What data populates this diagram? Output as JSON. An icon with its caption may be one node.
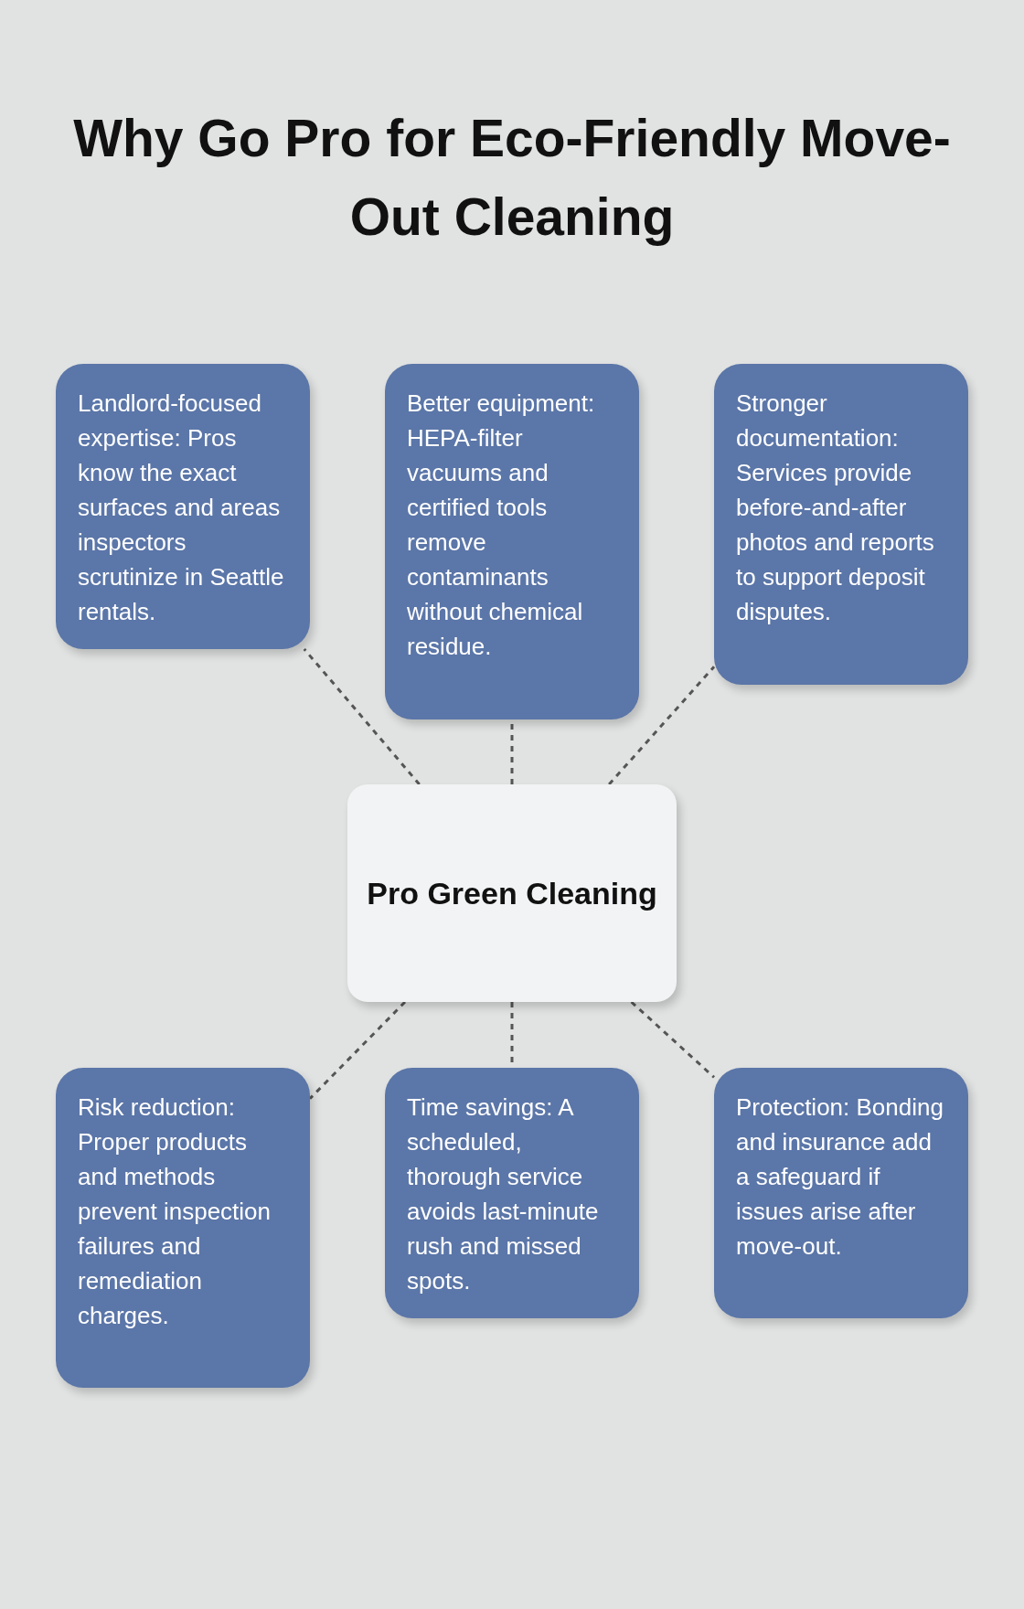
{
  "diagram": {
    "title": "Why Go Pro for Eco-Friendly Move-Out Cleaning",
    "nodes": [
      {
        "text": [
          "Landlord-focused expertise: Pros know the exact surfaces and areas inspectors scrutinize in Seattle rentals."
        ]
      },
      {
        "text": [
          "Better equipment: HEPA-filter vacuums and certified tools remove contaminants without chemical residue."
        ]
      },
      {
        "text": [
          "Stronger documentation: Services provide before-and-after photos and reports to support deposit disputes."
        ]
      },
      {
        "text": [
          "Pro Green Cleaning"
        ]
      },
      {
        "text": [
          "Risk reduction: Proper products and methods prevent inspection failures and remediation charges."
        ]
      },
      {
        "text": [
          "Time savings: A scheduled, thorough service avoids last-minute rush and missed spots."
        ]
      },
      {
        "text": [
          "Protection: Bonding and insurance add a safeguard if issues arise after move-out."
        ]
      }
    ],
    "edges": [
      {
        "from": 3,
        "to": 0,
        "arrow": "none",
        "style": "dashed"
      },
      {
        "from": 3,
        "to": 1,
        "arrow": "none",
        "style": "dashed"
      },
      {
        "from": 3,
        "to": 2,
        "arrow": "none",
        "style": "dashed"
      },
      {
        "from": 3,
        "to": 4,
        "arrow": "none",
        "style": "dashed"
      },
      {
        "from": 3,
        "to": 5,
        "arrow": "none",
        "style": "dashed"
      },
      {
        "from": 3,
        "to": 6,
        "arrow": "none",
        "style": "dashed"
      }
    ]
  }
}
